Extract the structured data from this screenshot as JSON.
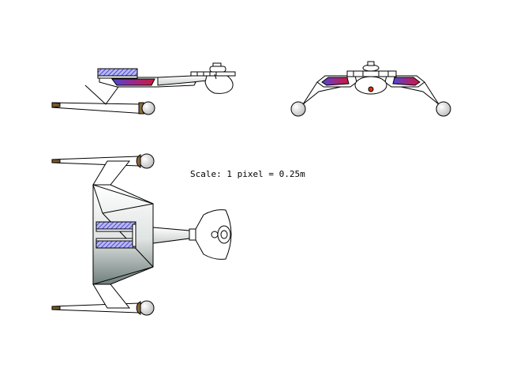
{
  "scale": {
    "label": "Scale: 1 pixel = 0.25m"
  },
  "views": [
    {
      "name": "side-view"
    },
    {
      "name": "front-view"
    },
    {
      "name": "top-view"
    }
  ],
  "colors": {
    "hull": "#ffffff",
    "outline": "#000000",
    "shade_dark": "#6f7f7b",
    "panel_blue": "#4a4ad8",
    "panel_purple": "#9a2a8a",
    "panel_red": "#cc1a3a",
    "nacelle_tip": "#7a5a2a",
    "sphere": "#d8d8d8",
    "beacon": "#e03010"
  }
}
